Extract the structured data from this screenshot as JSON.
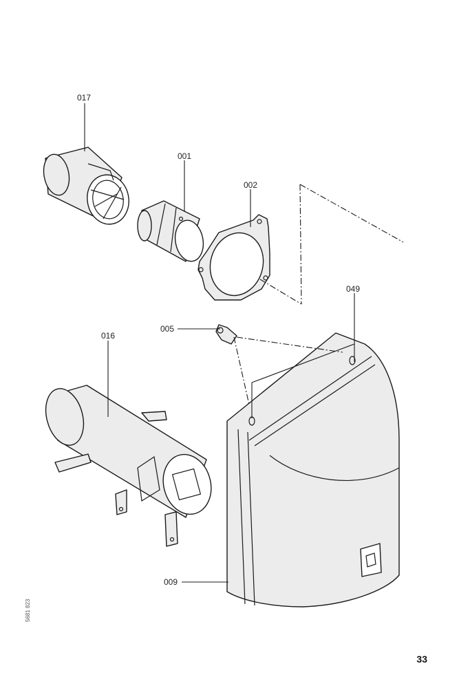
{
  "labels": {
    "p017": "017",
    "p001": "001",
    "p002": "002",
    "p049": "049",
    "p005": "005",
    "p016": "016",
    "p009": "009"
  },
  "footer": {
    "doc_code": "5681 823",
    "page_number": "33"
  }
}
